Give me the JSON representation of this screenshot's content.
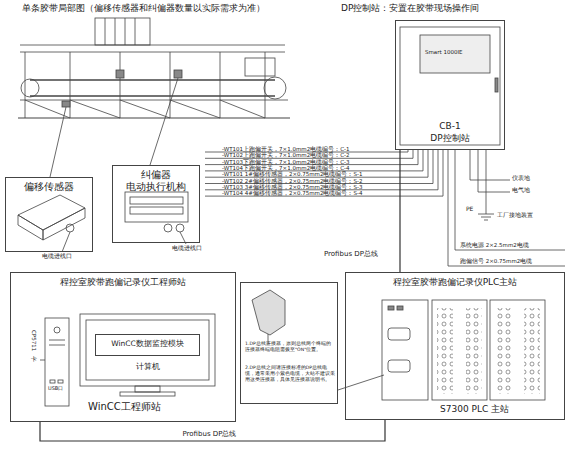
{
  "diagram": {
    "nodes": [
      {
        "text": [
          "偏移传感器"
        ]
      },
      {
        "text": [
          "纠偏器 电动执行机构"
        ]
      },
      {
        "text": [
          "DP控制站：安置在胶带现场操作间",
          "CB-1",
          "DP控制站"
        ]
      },
      {
        "text": [
          "程控室胶带跑偏记录仪工程师站"
        ]
      },
      {
        "text": [
          "WinCC数据监控模块"
        ],
        "in": 3
      },
      {
        "text": [
          "1.DP总线连接器，原则总线两个终端的连接器终端电阻需拨至\"ON\"位置。",
          "2.DP总线之间请连接标准的DP总线电缆，通常采用小紫色电缆，大站不建议采用这类连接器，具体见连接器说明书。"
        ]
      },
      {
        "text": [
          "程控室胶带跑偏记录仪PLC主站"
        ]
      }
    ],
    "edges": [
      {
        "from": 2,
        "to": 6,
        "label": "Profibus DP总线",
        "arrow": "none"
      },
      {
        "from": 3,
        "to": 6,
        "label": "Profibus DP总线",
        "arrow": "none"
      }
    ],
    "labels": [
      "单条胶带局部图（偏移传感器和纠偏器数量以实际需求为准）",
      "Smart 1000IE",
      "-WT101上跑偏开关，7×1.0mm2电缆编号：C-1",
      "-WT102上跑偏开关，7×1.0mm2电缆编号：C-2",
      "-WT103下跑偏开关，7×1.0mm2电缆编号：C-3",
      "-WT104下跑偏开关，7×1.0mm2电缆编号：C-4",
      "-WT101 1#偏移传感器，2×0.75mm2电缆编号：S-1",
      "-WT102 2#偏移传感器，2×0.75mm2电缆编号：S-2",
      "-WT103 3#偏移传感器，2×0.75mm2电缆编号：S-3",
      "-WT104 4#偏移传感器，2×0.75mm2电缆编号：S-4",
      "仪表地",
      "电气地",
      "PE",
      "工厂接地装置",
      "系统电源 2×2.5mm2电缆",
      "跑偏信号 2×0.75mm2电缆",
      "电缆进线口",
      "电缆进线口",
      "计算机",
      "WinCC工程师站",
      "CP5711卡",
      "USB口",
      "S7300 PLC 主站"
    ]
  }
}
